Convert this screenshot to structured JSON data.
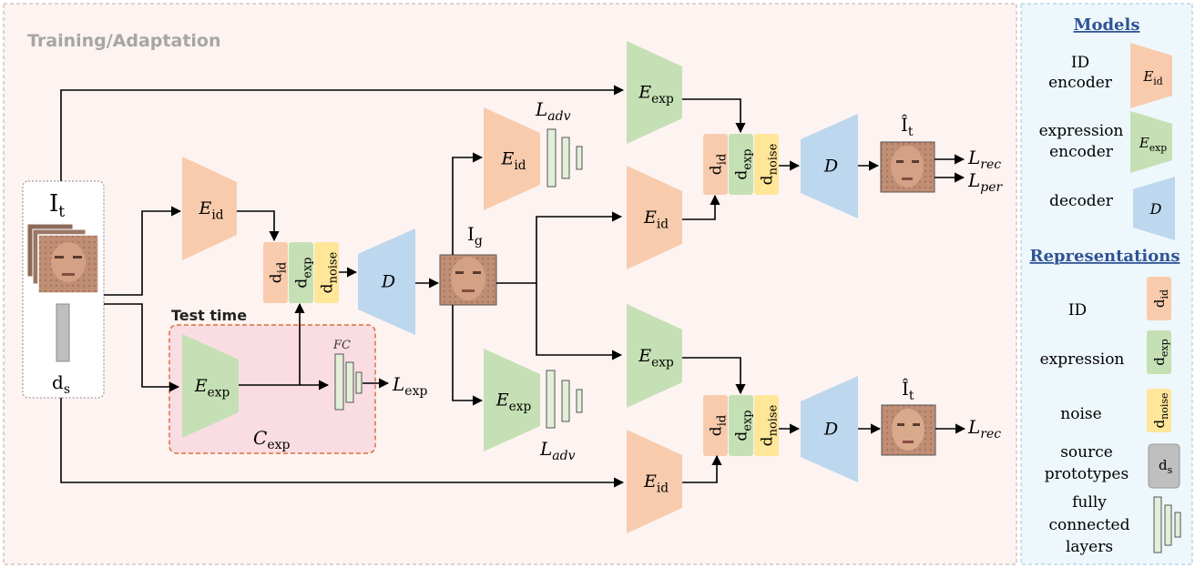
{
  "main": {
    "section_title": "Training/Adaptation",
    "test_time_label": "Test time",
    "input_image_label": "I",
    "input_image_sub": "t",
    "source_proto_label": "d",
    "source_proto_sub": "s",
    "generated_label": "I",
    "generated_sub": "g",
    "output_label": "Î",
    "output_sub": "t",
    "enc_id_main": "E",
    "enc_id_sub": "id",
    "enc_exp_main": "E",
    "enc_exp_sub": "exp",
    "decoder_label": "D",
    "fc_label": "FC",
    "classifier_main": "C",
    "classifier_sub": "exp",
    "rep_d": "d",
    "rep_id_sub": "id",
    "rep_exp_sub": "exp",
    "rep_noise_sub": "noise",
    "loss_exp_main": "L",
    "loss_exp_sub": "exp",
    "loss_adv_main": "L",
    "loss_adv_sub": "adv",
    "loss_rec_main": "L",
    "loss_rec_sub": "rec",
    "loss_per_main": "L",
    "loss_per_sub": "per"
  },
  "legend": {
    "models_title": "Models",
    "id_encoder_l1": "ID",
    "id_encoder_l2": "encoder",
    "exp_encoder_l1": "expression",
    "exp_encoder_l2": "encoder",
    "decoder": "decoder",
    "representations_title": "Representations",
    "rep_id": "ID",
    "rep_expression": "expression",
    "rep_noise": "noise",
    "source_l1": "source",
    "source_l2": "prototypes",
    "fc_l1": "fully",
    "fc_l2": "connected",
    "fc_l3": "layers"
  },
  "colors": {
    "id_encoder": "#f8cbad",
    "exp_encoder": "#c5e0b4",
    "decoder": "#bdd7ee",
    "noise": "#ffe699",
    "source": "#bfbfbf",
    "training_bg": "#fdf3f1",
    "test_bg": "#f9dde2",
    "test_border": "#d9713e",
    "legend_bg": "#eef7fb",
    "legend_title": "#2f5496"
  }
}
